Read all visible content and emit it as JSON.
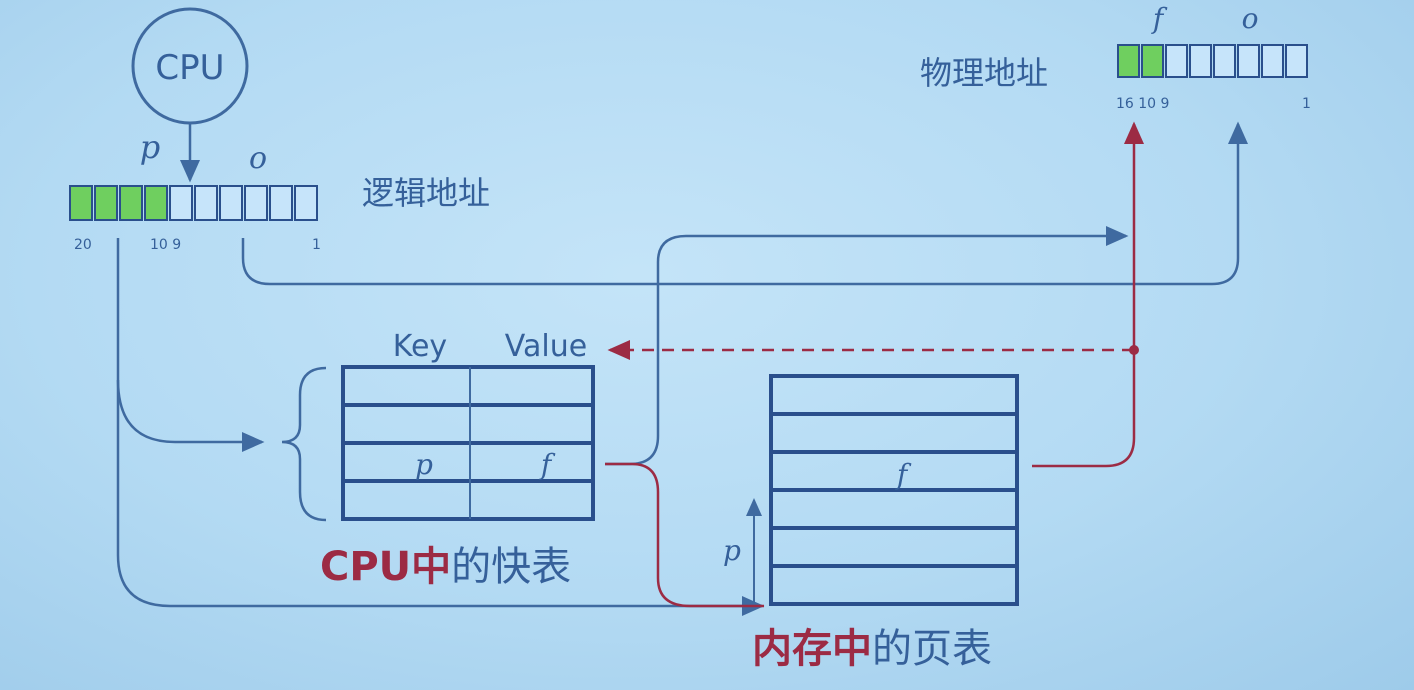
{
  "cpu_label": "CPU",
  "logical_address": {
    "label": "逻辑地址",
    "p_label": "p",
    "o_label": "o",
    "bit_labels": {
      "high": "20",
      "mid": "10 9",
      "low": "1"
    }
  },
  "physical_address": {
    "label": "物理地址",
    "f_label": "f",
    "o_label": "o",
    "bit_labels": {
      "high": "16 10 9",
      "low": "1"
    }
  },
  "tlb": {
    "key_header": "Key",
    "value_header": "Value",
    "row_p": "p",
    "row_f": "f",
    "caption_red": "CPU中",
    "caption_rest": "的快表"
  },
  "page_table": {
    "row_f": "f",
    "index_label": "p",
    "caption_red": "内存中",
    "caption_rest": "的页表"
  },
  "colors": {
    "blue_line": "#3f6aa0",
    "box_line": "#2a4f8c",
    "red": "#9c2b44",
    "green": "#6fcf5f",
    "cell": "#c6e4fa",
    "text_blue": "#35609a"
  }
}
